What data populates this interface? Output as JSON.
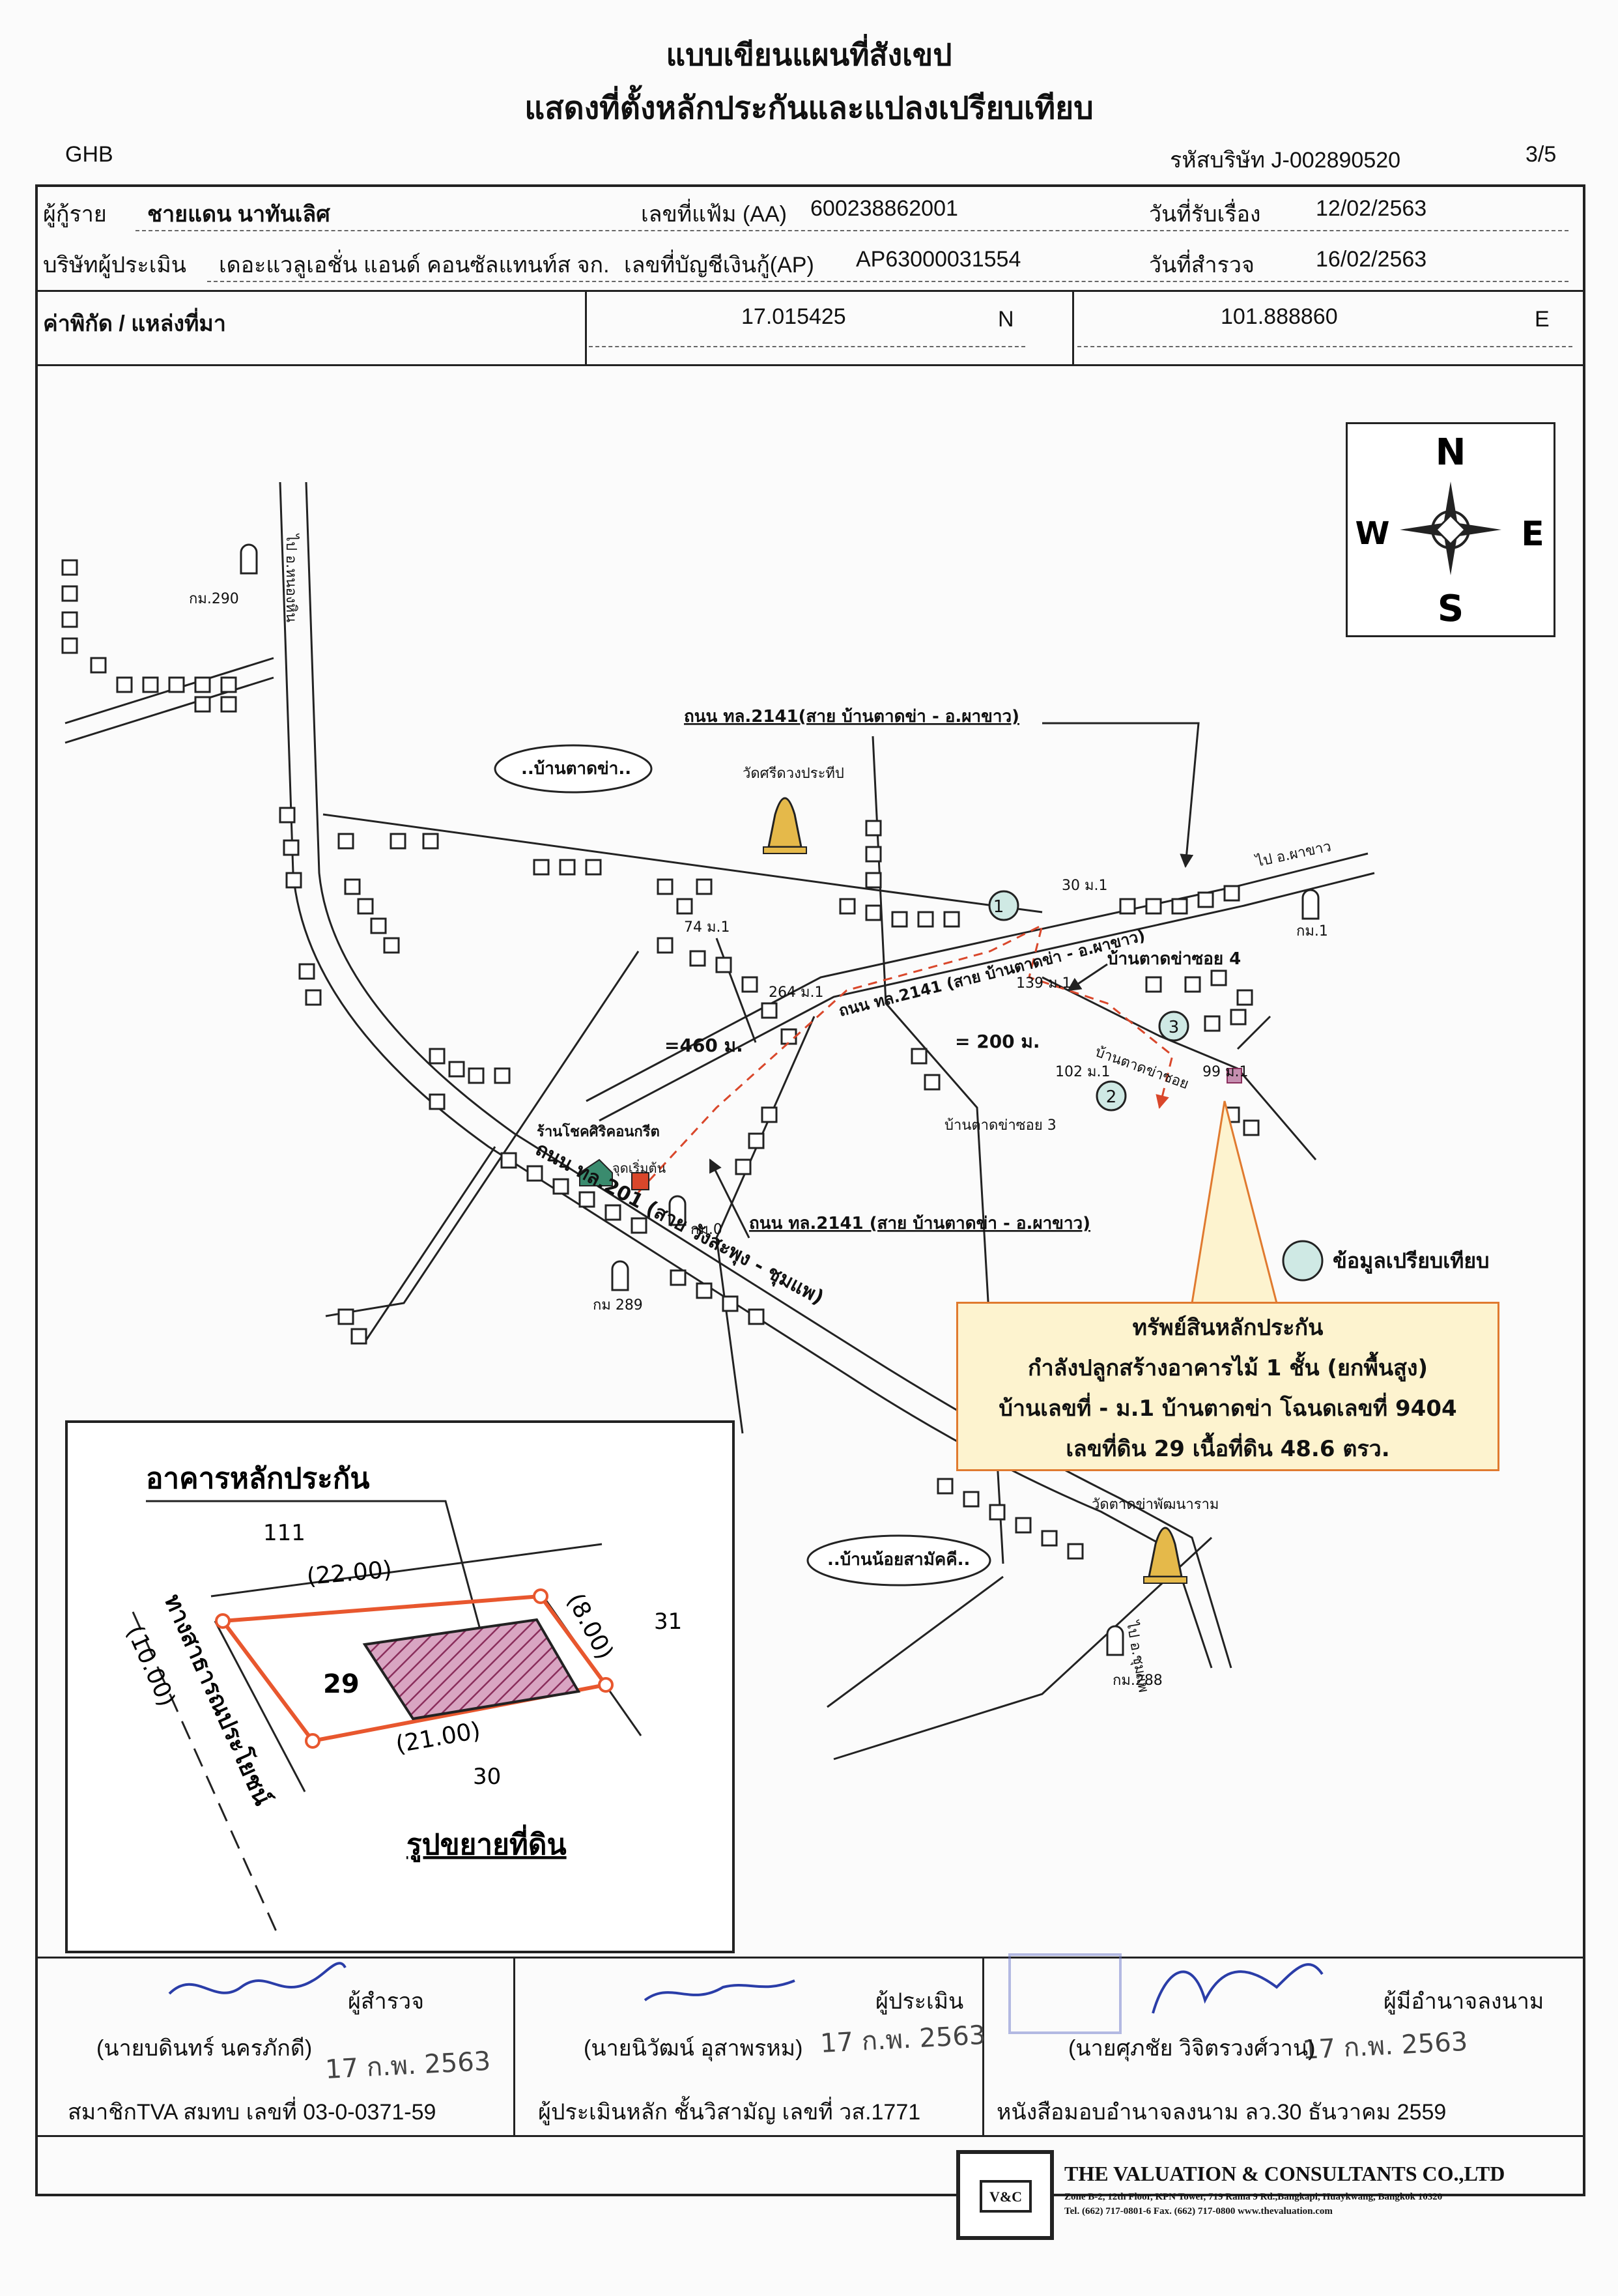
{
  "title_line1": "แบบเขียนแผนที่สังเขป",
  "title_line2": "แสดงที่ตั้งหลักประกันและแปลงเปรียบเทียบ",
  "bank_code": "GHB",
  "company_code_label": "รหัสบริษัท J-002890520",
  "page_number": "3/5",
  "info": {
    "applicant_label": "ผู้กู้ราย",
    "applicant_value": "ชายแดน นาทันเลิศ",
    "file_no_label": "เลขที่แฟ้ม (AA)",
    "file_no_value": "600238862001",
    "received_date_label": "วันที่รับเรื่อง",
    "received_date_value": "12/02/2563",
    "appraiser_company_label": "บริษัทผู้ประเมิน",
    "appraiser_company_value": "เดอะแวลูเอชั่น แอนด์ คอนซัลแทนท์ส จก.",
    "loan_account_label": "เลขที่บัญชีเงินกู้(AP)",
    "loan_account_value": "AP63000031554",
    "survey_date_label": "วันที่สำรวจ",
    "survey_date_value": "16/02/2563",
    "coords_label": "ค่าพิกัด / แหล่งที่มา",
    "lat_value": "17.015425",
    "lat_dir": "N",
    "lon_value": "101.888860",
    "lon_dir": "E"
  },
  "compass": {
    "n": "N",
    "s": "S",
    "e": "E",
    "w": "W"
  },
  "map": {
    "road_to_nong_hin": "ไป อ.หนองหิน",
    "km290": "กม.290",
    "village_tat_kha": "..บ้านตาดข่า..",
    "temple_sri_duang": "วัดศรีดวงประทีป",
    "road_2141_top": "ถนน ทล.2141(สาย บ้านตาดข่า - อ.ผาขาว)",
    "to_pha_khao": "ไป อ.ผาขาว",
    "km1": "กม.1",
    "label_30_m1": "30 ม.1",
    "label_74": "74 ม.1",
    "label_264": "264 ม.1",
    "label_139": "139 ม.1",
    "label_102": "102 ม.1",
    "label_99": "99 ม.1",
    "road_2141_mid": "ถนน ทล.2141 (สาย บ้านตาดข่า - อ.ผาขาว)",
    "soi4": "บ้านตาดข่าซอย 4",
    "soi_label": "บ้านตาดข่าซอย",
    "soi3": "บ้านตาดข่าซอย 3",
    "dist_460": "=460 ม.",
    "dist_200": "= 200 ม.",
    "shop_label": "ร้านโชคศิริคอนกรีต",
    "start_label": "จุดเริ่มต้น",
    "road_201": "ถนน ทล.201 (สาย วังสะพุง - ชุมแพ)",
    "km0": "กม.0",
    "km289": "กม 289",
    "road_2141_bottom": "ถนน ทล.2141 (สาย บ้านตาดข่า - อ.ผาขาว)",
    "compare_legend": "ข้อมูลเปรียบเทียบ",
    "village_noi": "..บ้านน้อยสามัคคี..",
    "temple_pattanaram": "วัดตาดข่าพัฒนาราม",
    "to_chumphae": "ไป อ.ชุมแพ",
    "km288": "กม.288",
    "markers": [
      "1",
      "2",
      "3"
    ]
  },
  "collateral_box": {
    "line1": "ทรัพย์สินหลักประกัน",
    "line2": "กำลังปลูกสร้างอาคารไม้ 1 ชั้น (ยกพื้นสูง)",
    "line3": "บ้านเลขที่  - ม.1 บ้านตาดข่า โฉนดเลขที่ 9404",
    "line4": "เลขที่ดิน 29 เนื้อที่ดิน 48.6 ตรว."
  },
  "inset": {
    "building_label": "อาคารหลักประกัน",
    "plot_no": "29",
    "neighbor_top": "111",
    "neighbor_right": "31",
    "neighbor_bottom": "30",
    "dim_top": "(22.00)",
    "dim_right": "(8.00)",
    "dim_bottom": "(21.00)",
    "dim_road": "(10.00)",
    "public_way": "ทางสาธารณประโยชน์",
    "caption": "รูปขยายที่ดิน"
  },
  "signatures": {
    "surveyor_role": "ผู้สำรวจ",
    "surveyor_name": "(นายบดินทร์ นครภักดี)",
    "surveyor_member": "สมาชิกTVA  สมทบ เลขที่ 03-0-0371-59",
    "appraiser_role": "ผู้ประเมิน",
    "appraiser_name": "(นายนิวัฒน์ อุสาพรหม)",
    "appraiser_license": "ผู้ประเมินหลัก ชั้นวิสามัญ เลขที่ วส.1771",
    "authorized_role": "ผู้มีอำนาจลงนาม",
    "authorized_name": "(นายศุภชัย วิจิตรวงศ์วาน)",
    "authorized_doc": "หนังสือมอบอำนาจลงนาม ลว.30 ธันวาคม 2559",
    "stamp_date": "17 ก.พ. 2563"
  },
  "company": {
    "name": "THE VALUATION & CONSULTANTS CO.,LTD",
    "address": "Zone B-2, 12th Floor, KPN Tower, 719 Rama 9 Rd.,Bangkapi, Huaykwang, Bangkok 10320",
    "contact": "Tel. (662) 717-0801-6 Fax. (662) 717-0800 www.thevaluation.com",
    "logo_text": "V&C"
  },
  "colors": {
    "route": "#d9472b",
    "plot_outline": "#e8572e",
    "hatch": "#8a2e5c",
    "hatch_fill": "#d9a5c2",
    "box_fill": "#fdf3cf",
    "box_border": "#e07a2f",
    "marker_fill": "#cfe9e4"
  }
}
